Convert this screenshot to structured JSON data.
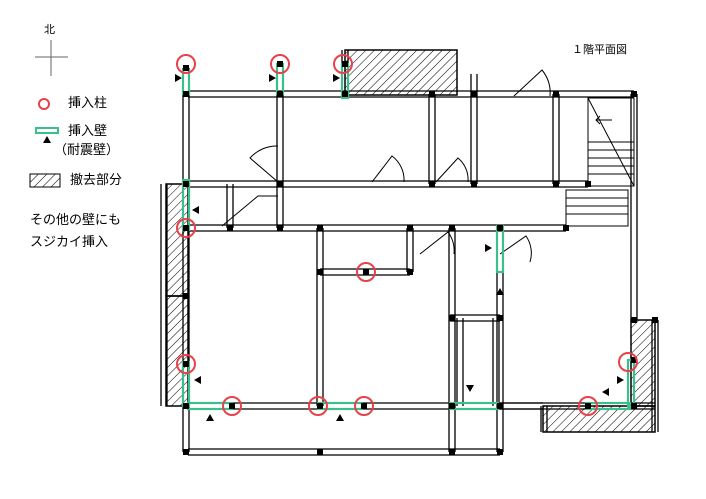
{
  "compass": {
    "label": "北"
  },
  "title": "１階平面図",
  "legend": {
    "column_label": "挿入柱",
    "wall_label": "挿入壁",
    "wall_sublabel": "（耐震壁）",
    "removed_label": "撤去部分"
  },
  "note": {
    "line1": "その他の壁にも",
    "line2": "スジカイ挿入"
  },
  "colors": {
    "column_marker": "#e8414a",
    "wall_marker": "#3bbf8c",
    "wall_line": "#000000",
    "hatch": "#000000"
  }
}
